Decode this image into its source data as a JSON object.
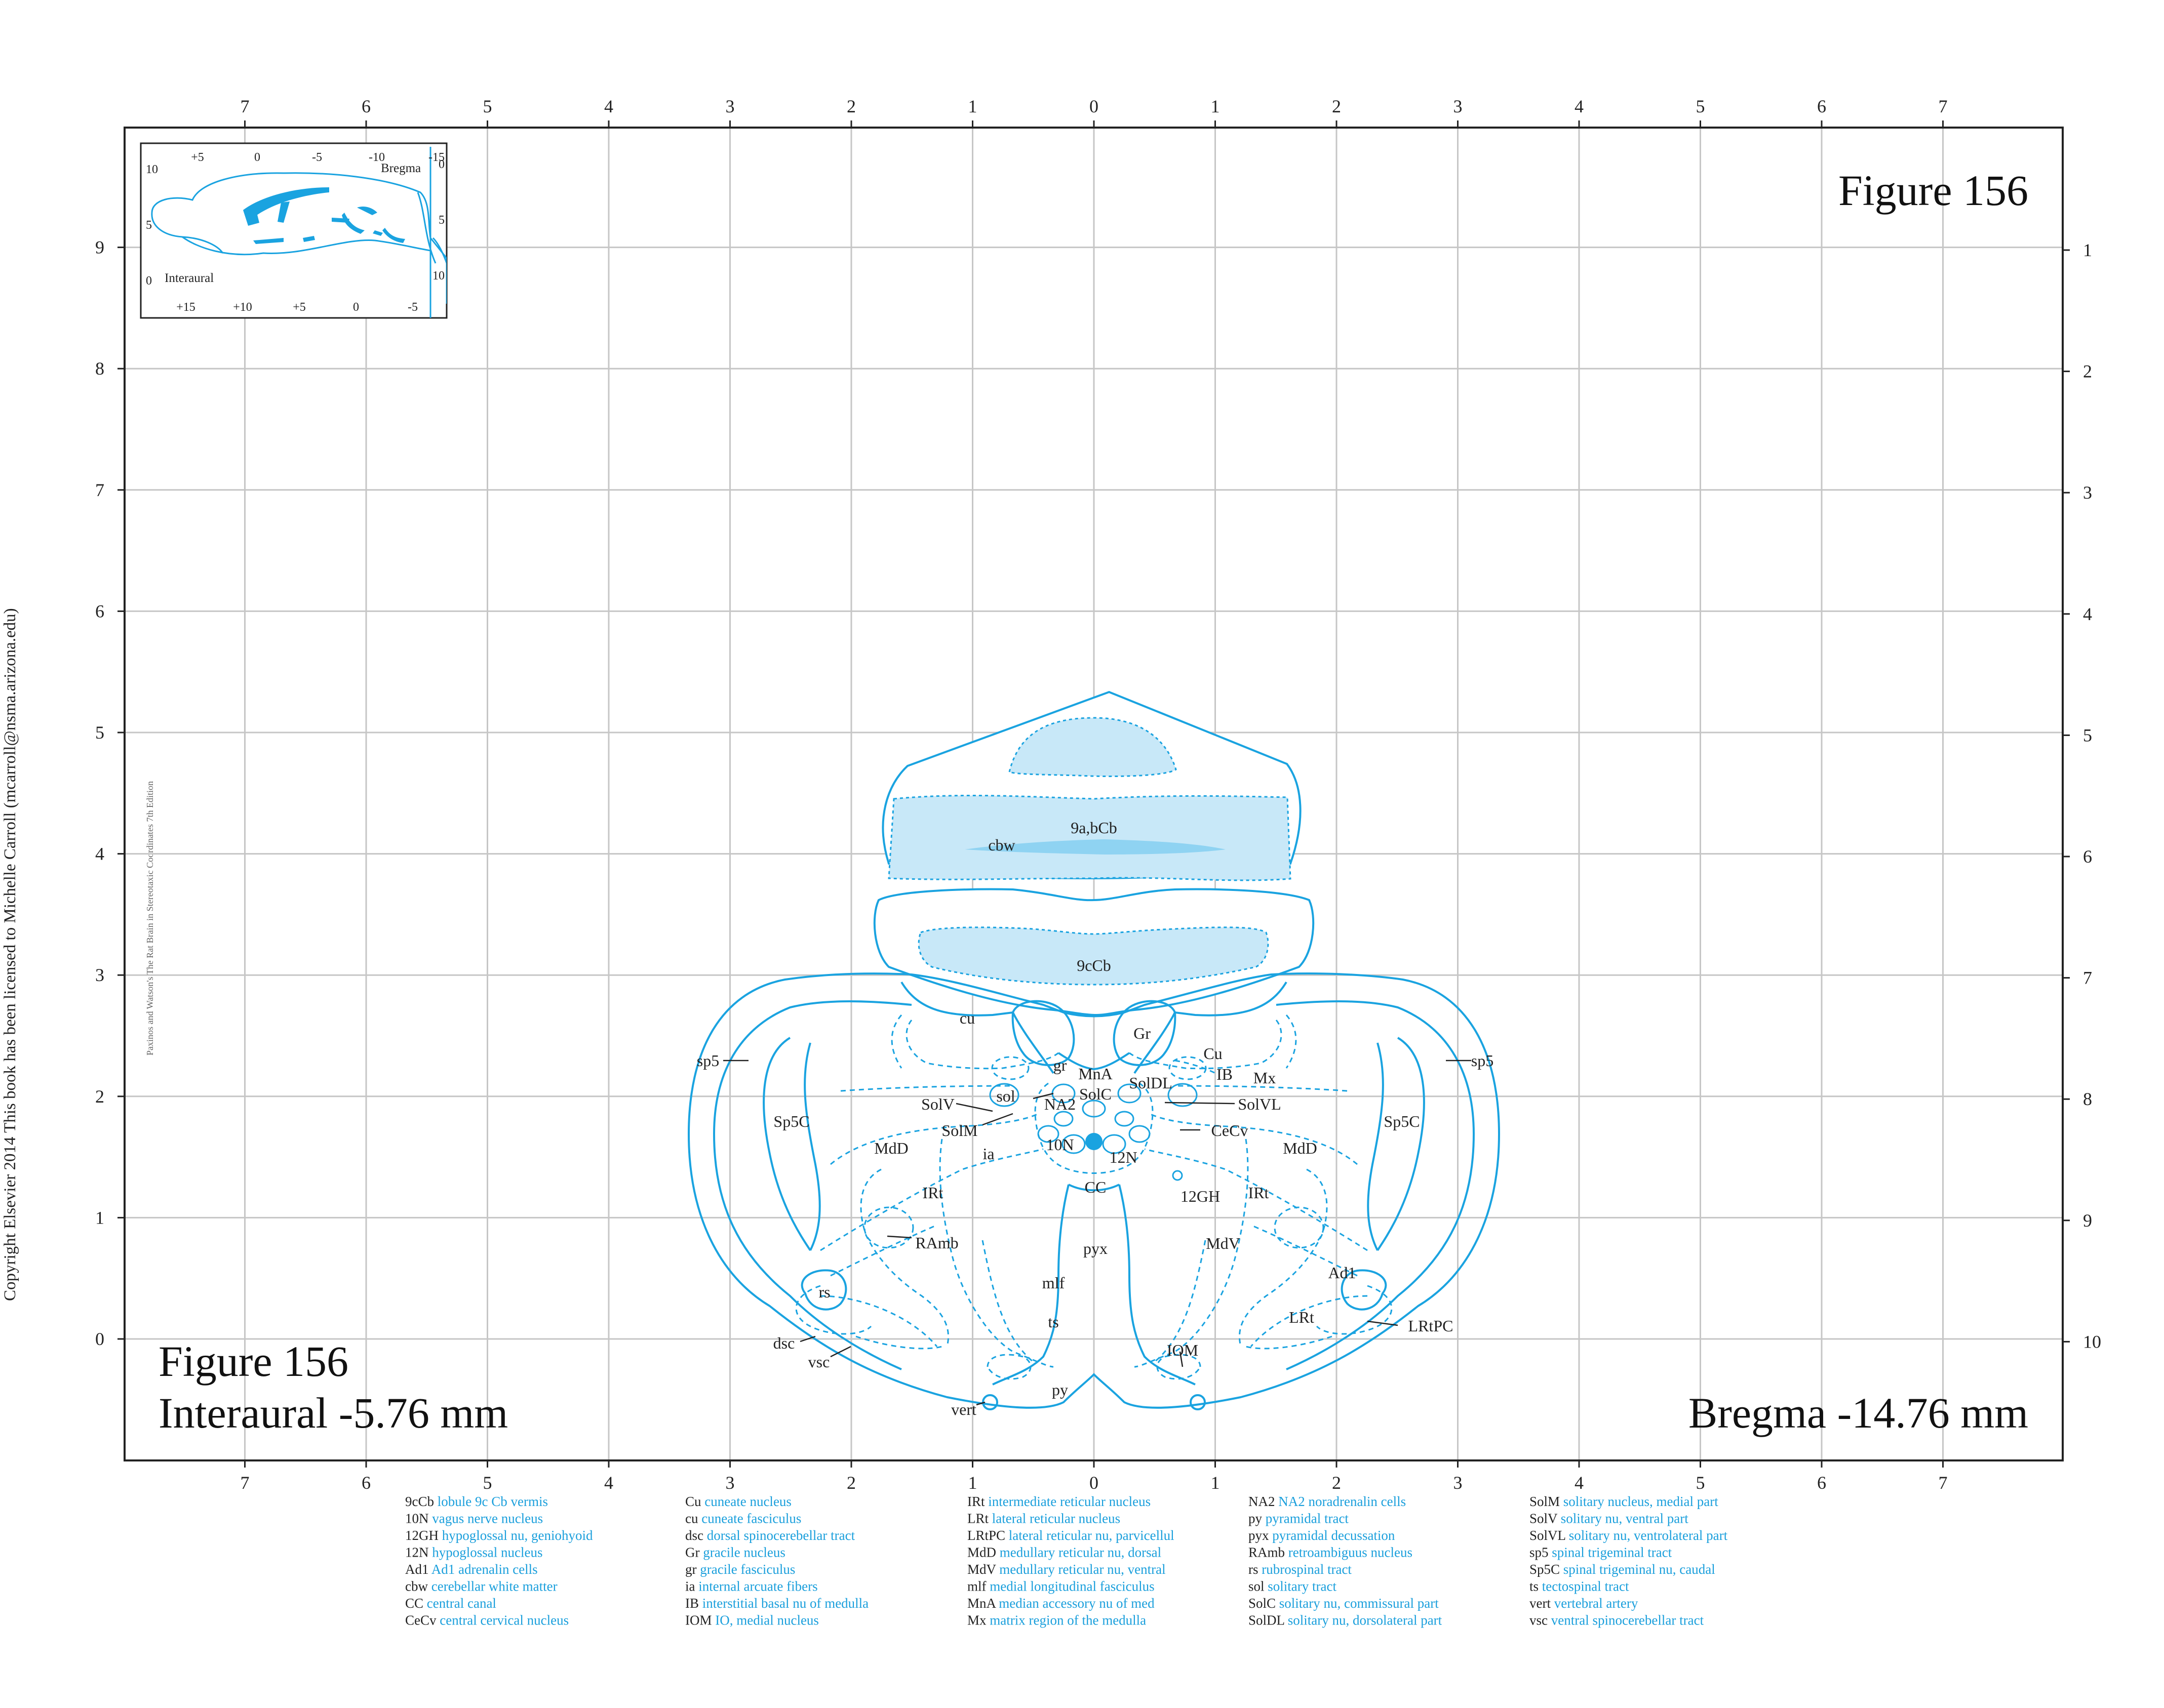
{
  "copyright": "Copyright Elsevier 2014 This book has been licensed to Michelle Carroll (mcarroll@nsma.arizona.edu)",
  "book_credit": "Paxinos and Watson's The Rat Brain in Stereotaxic Coordinates    7th Edition",
  "figure_title_top": "Figure 156",
  "figure_title_bottom": "Figure 156",
  "interaural": "Interaural -5.76 mm",
  "bregma": "Bregma -14.76 mm",
  "axis": {
    "x_ticks": [
      "7",
      "6",
      "5",
      "4",
      "3",
      "2",
      "1",
      "0",
      "1",
      "2",
      "3",
      "4",
      "5",
      "6",
      "7"
    ],
    "left_y_ticks": [
      "9",
      "8",
      "7",
      "6",
      "5",
      "4",
      "3",
      "2",
      "1",
      "0"
    ],
    "right_y_ticks": [
      "1",
      "2",
      "3",
      "4",
      "5",
      "6",
      "7",
      "8",
      "9",
      "10"
    ]
  },
  "inset": {
    "top_ticks": [
      "+5",
      "0",
      "-5",
      "-10",
      "-15"
    ],
    "bottom_ticks": [
      "+15",
      "+10",
      "+5",
      "0",
      "-5"
    ],
    "left_ticks": [
      "10",
      "5",
      "0"
    ],
    "right_ticks": [
      "0",
      "5",
      "10"
    ],
    "bregma_label": "Bregma",
    "interaural_label": "Interaural"
  },
  "colors": {
    "structure": "#1aa3e0",
    "fill": "#c8e8f8",
    "grid": "#c6c6c6",
    "legend_desc": "#1a9fdc"
  },
  "labels": {
    "cbw": "cbw",
    "9abCb": "9a,bCb",
    "9cCb": "9cCb",
    "cu": "cu",
    "Gr": "Gr",
    "gr": "gr",
    "MnA": "MnA",
    "Cu": "Cu",
    "IB": "IB",
    "Mx": "Mx",
    "sp5_l": "sp5",
    "sp5_r": "sp5",
    "Sp5C_l": "Sp5C",
    "Sp5C_r": "Sp5C",
    "SolDL": "SolDL",
    "SolC": "SolC",
    "sol": "sol",
    "SolV": "SolV",
    "NA2": "NA2",
    "SolVL": "SolVL",
    "SolM": "SolM",
    "CeCv": "CeCv",
    "MdD_l": "MdD",
    "MdD_r": "MdD",
    "ia": "ia",
    "10N": "10N",
    "12N": "12N",
    "CC": "CC",
    "IRt_l": "IRt",
    "IRt_r": "IRt",
    "12GH": "12GH",
    "RAmb": "RAmb",
    "pyx": "pyx",
    "MdV": "MdV",
    "mlf": "mlf",
    "Ad1": "Ad1",
    "rs": "rs",
    "ts": "ts",
    "LRt": "LRt",
    "LRtPC": "LRtPC",
    "dsc": "dsc",
    "vsc": "vsc",
    "IOM": "IOM",
    "py": "py",
    "vert": "vert"
  },
  "legend": [
    [
      {
        "abbr": "9cCb",
        "desc": "lobule 9c Cb vermis"
      },
      {
        "abbr": "10N",
        "desc": "vagus nerve nucleus"
      },
      {
        "abbr": "12GH",
        "desc": "hypoglossal nu, geniohyoid"
      },
      {
        "abbr": "12N",
        "desc": "hypoglossal nucleus"
      },
      {
        "abbr": "Ad1",
        "desc": "Ad1 adrenalin cells"
      },
      {
        "abbr": "cbw",
        "desc": "cerebellar white matter"
      },
      {
        "abbr": "CC",
        "desc": "central canal"
      },
      {
        "abbr": "CeCv",
        "desc": "central cervical nucleus"
      }
    ],
    [
      {
        "abbr": "Cu",
        "desc": "cuneate nucleus"
      },
      {
        "abbr": "cu",
        "desc": "cuneate fasciculus"
      },
      {
        "abbr": "dsc",
        "desc": "dorsal spinocerebellar tract"
      },
      {
        "abbr": "Gr",
        "desc": "gracile nucleus"
      },
      {
        "abbr": "gr",
        "desc": "gracile fasciculus"
      },
      {
        "abbr": "ia",
        "desc": "internal arcuate fibers"
      },
      {
        "abbr": "IB",
        "desc": "interstitial basal nu of medulla"
      },
      {
        "abbr": "IOM",
        "desc": "IO, medial nucleus"
      }
    ],
    [
      {
        "abbr": "IRt",
        "desc": "intermediate reticular nucleus"
      },
      {
        "abbr": "LRt",
        "desc": "lateral reticular nucleus"
      },
      {
        "abbr": "LRtPC",
        "desc": "lateral reticular nu, parvicellul"
      },
      {
        "abbr": "MdD",
        "desc": "medullary reticular nu, dorsal"
      },
      {
        "abbr": "MdV",
        "desc": "medullary reticular nu, ventral"
      },
      {
        "abbr": "mlf",
        "desc": "medial longitudinal fasciculus"
      },
      {
        "abbr": "MnA",
        "desc": "median accessory nu of med"
      },
      {
        "abbr": "Mx",
        "desc": "matrix region of the medulla"
      }
    ],
    [
      {
        "abbr": "NA2",
        "desc": "NA2 noradrenalin cells"
      },
      {
        "abbr": "py",
        "desc": "pyramidal tract"
      },
      {
        "abbr": "pyx",
        "desc": "pyramidal decussation"
      },
      {
        "abbr": "RAmb",
        "desc": "retroambiguus nucleus"
      },
      {
        "abbr": "rs",
        "desc": "rubrospinal tract"
      },
      {
        "abbr": "sol",
        "desc": "solitary tract"
      },
      {
        "abbr": "SolC",
        "desc": "solitary nu, commissural part"
      },
      {
        "abbr": "SolDL",
        "desc": "solitary nu, dorsolateral part"
      }
    ],
    [
      {
        "abbr": "SolM",
        "desc": "solitary nucleus, medial part"
      },
      {
        "abbr": "SolV",
        "desc": "solitary nu, ventral part"
      },
      {
        "abbr": "SolVL",
        "desc": "solitary nu, ventrolateral part"
      },
      {
        "abbr": "sp5",
        "desc": "spinal trigeminal tract"
      },
      {
        "abbr": "Sp5C",
        "desc": "spinal trigeminal nu, caudal"
      },
      {
        "abbr": "ts",
        "desc": "tectospinal tract"
      },
      {
        "abbr": "vert",
        "desc": "vertebral artery"
      },
      {
        "abbr": "vsc",
        "desc": "ventral spinocerebellar tract"
      }
    ]
  ]
}
